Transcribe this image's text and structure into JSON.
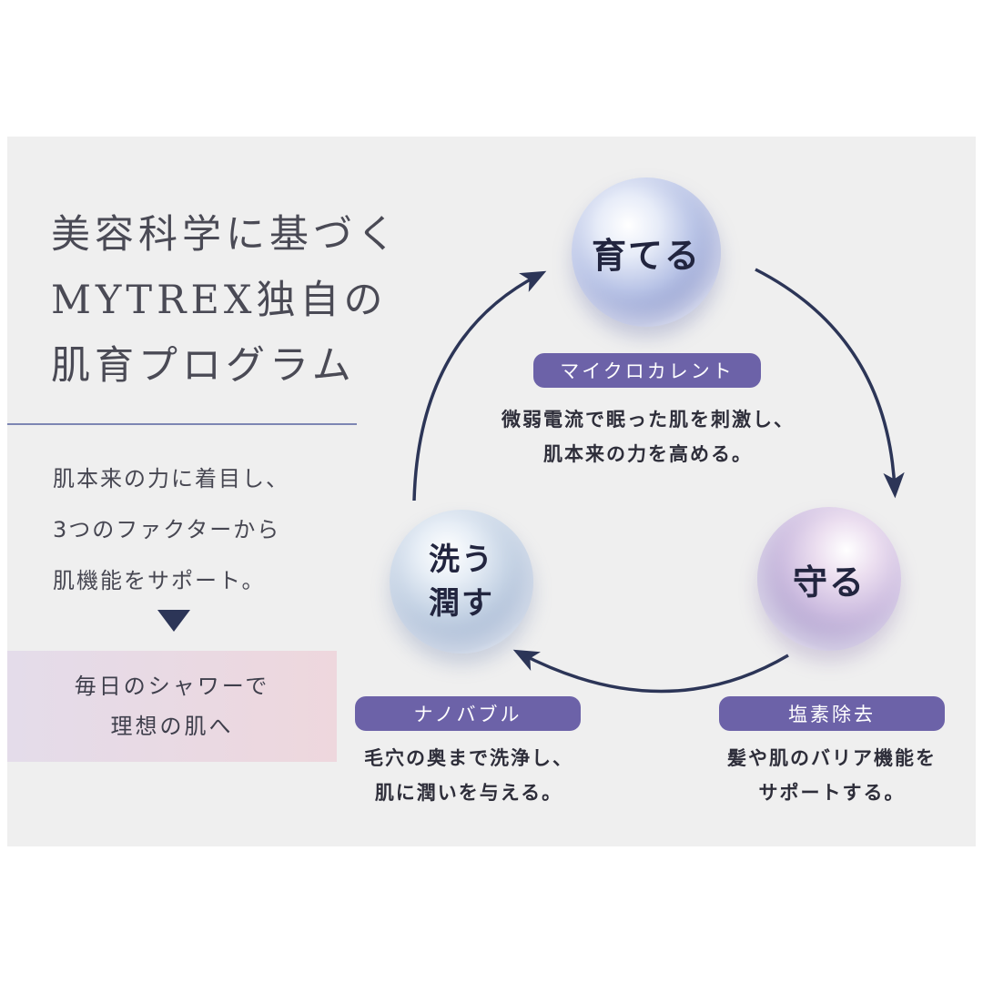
{
  "headline": {
    "lines": [
      "美容科学に基づく",
      "MYTREX独自の",
      "肌育プログラム"
    ]
  },
  "intro": {
    "lines": [
      "肌本来の力に着目し、",
      "3つのファクターから",
      "肌機能をサポート。"
    ]
  },
  "highlight": {
    "lines": [
      "毎日のシャワーで",
      "理想の肌へ"
    ]
  },
  "cycle": {
    "grow": {
      "sphere_label": "育てる",
      "tag": "マイクロカレント",
      "desc": [
        "微弱電流で眠った肌を刺激し、",
        "肌本来の力を高める。"
      ]
    },
    "protect": {
      "sphere_label": "守る",
      "tag": "塩素除去",
      "desc": [
        "髪や肌のバリア機能を",
        "サポートする。"
      ]
    },
    "wash": {
      "sphere_label": [
        "洗う",
        "潤す"
      ],
      "tag": "ナノバブル",
      "desc": [
        "毛穴の奥まで洗浄し、",
        "肌に潤いを与える。"
      ]
    }
  },
  "colors": {
    "panel_bg": "#efefef",
    "accent_purple": "#6c62a8",
    "arrow_navy": "#2c3557",
    "divider_blue": "#7d86b3"
  }
}
